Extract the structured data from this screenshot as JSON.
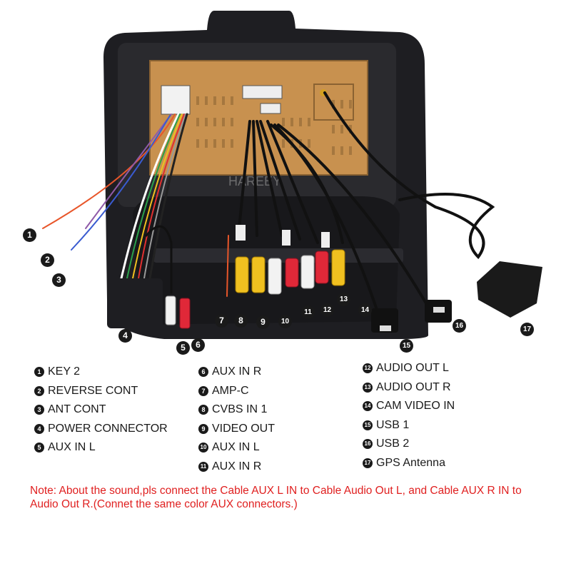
{
  "watermark": "HAREEY",
  "colors": {
    "badge": "#1a1a1a",
    "note_text": "#e02020",
    "panel": "#c8914f",
    "frame": "#1e1e22"
  },
  "callouts": [
    "1",
    "2",
    "3",
    "4",
    "5",
    "6",
    "7",
    "8",
    "9",
    "10",
    "11",
    "12",
    "13",
    "14",
    "15",
    "16",
    "17"
  ],
  "legend": {
    "col1": [
      {
        "n": "1",
        "label": "KEY 2"
      },
      {
        "n": "2",
        "label": "REVERSE CONT"
      },
      {
        "n": "3",
        "label": "ANT CONT"
      },
      {
        "n": "4",
        "label": "POWER CONNECTOR"
      },
      {
        "n": "5",
        "label": "AUX IN L"
      }
    ],
    "col2": [
      {
        "n": "6",
        "label": "AUX IN R"
      },
      {
        "n": "7",
        "label": "AMP-C"
      },
      {
        "n": "8",
        "label": "CVBS IN 1"
      },
      {
        "n": "9",
        "label": "VIDEO OUT"
      },
      {
        "n": "10",
        "label": "AUX IN L"
      },
      {
        "n": "11",
        "label": "AUX IN R"
      }
    ],
    "col3": [
      {
        "n": "12",
        "label": "AUDIO OUT L"
      },
      {
        "n": "13",
        "label": "AUDIO OUT R"
      },
      {
        "n": "14",
        "label": "CAM VIDEO IN"
      },
      {
        "n": "15",
        "label": "USB 1"
      },
      {
        "n": "16",
        "label": "USB 2"
      },
      {
        "n": "17",
        "label": "GPS Antenna"
      }
    ]
  },
  "note": "Note: About the sound,pls connect the Cable AUX L IN to Cable Audio Out L, and Cable AUX R IN to  Audio Out R.(Connet the same color AUX connectors.)"
}
